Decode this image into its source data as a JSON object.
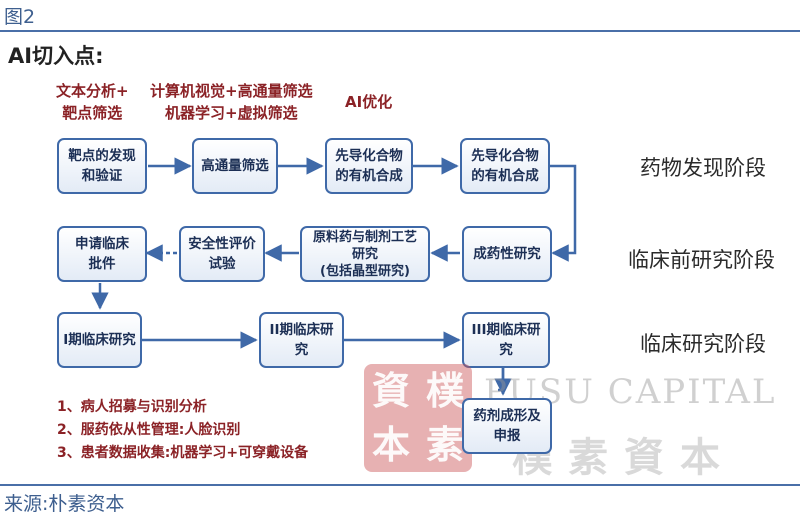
{
  "figure_label": "图2",
  "heading": "AI切入点:",
  "ai_notes": {
    "text_analysis": [
      "文本分析+",
      "靶点筛选"
    ],
    "vision_screening": [
      "计算机视觉+高通量筛选",
      "机器学习+虚拟筛选"
    ],
    "ai_optimization": [
      "AI优化"
    ]
  },
  "boxes": {
    "target_validation": [
      "靶点的发现",
      "和验证"
    ],
    "hts": [
      "高通量筛选"
    ],
    "lead_synthesis_1": [
      "先导化合物",
      "的有机合成"
    ],
    "lead_synthesis_2": [
      "先导化合物",
      "的有机合成"
    ],
    "druggability": [
      "成药性研究"
    ],
    "api_formulation": [
      "原料药与制剂工艺",
      "研究",
      "(包括晶型研究)"
    ],
    "safety_eval": [
      "安全性评价",
      "试验"
    ],
    "clinical_application": [
      "申请临床",
      "批件"
    ],
    "phase1": [
      "I期临床研究"
    ],
    "phase2": [
      "II期临床研究"
    ],
    "phase3": [
      "III期临床研究"
    ],
    "drug_application": [
      "药剂成形及",
      "申报"
    ]
  },
  "stages": {
    "discovery": "药物发现阶段",
    "preclinical": "临床前研究阶段",
    "clinical": "临床研究阶段"
  },
  "ai_list": [
    "1、病人招募与识别分析",
    "2、服药依从性管理:人脸识别",
    "3、患者数据收集:机器学习+可穿戴设备"
  ],
  "source": "来源:朴素资本",
  "watermark": {
    "seal_chars": [
      "資",
      "樸",
      "本",
      "素"
    ],
    "english": "PUSU CAPITAL",
    "chinese": "樸素資本"
  },
  "colors": {
    "box_border": "#3f69a8",
    "arrow": "#3f69a8",
    "ai_note": "#8b2226",
    "rule": "#4a6fa8"
  }
}
